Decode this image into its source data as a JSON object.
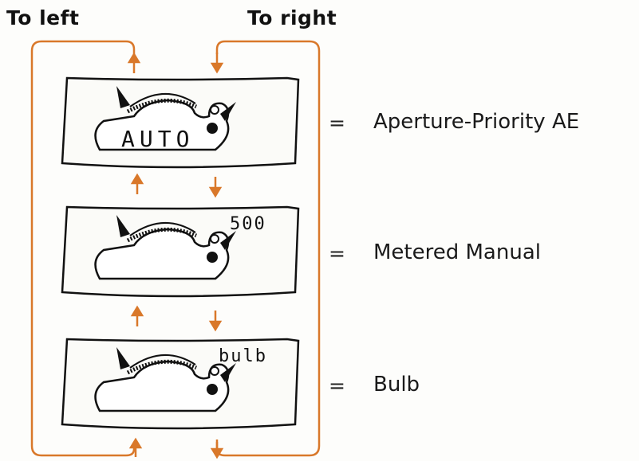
{
  "labels": {
    "to_left": "To left",
    "to_right": "To right"
  },
  "modes": [
    {
      "equals": "=",
      "name": "Aperture-Priority AE",
      "display": "AUTO"
    },
    {
      "equals": "=",
      "name": "Metered Manual",
      "display": "500"
    },
    {
      "equals": "=",
      "name": "Bulb",
      "display": "bulb"
    }
  ],
  "colors": {
    "arrow": "#d9782a",
    "outline": "#111111"
  }
}
